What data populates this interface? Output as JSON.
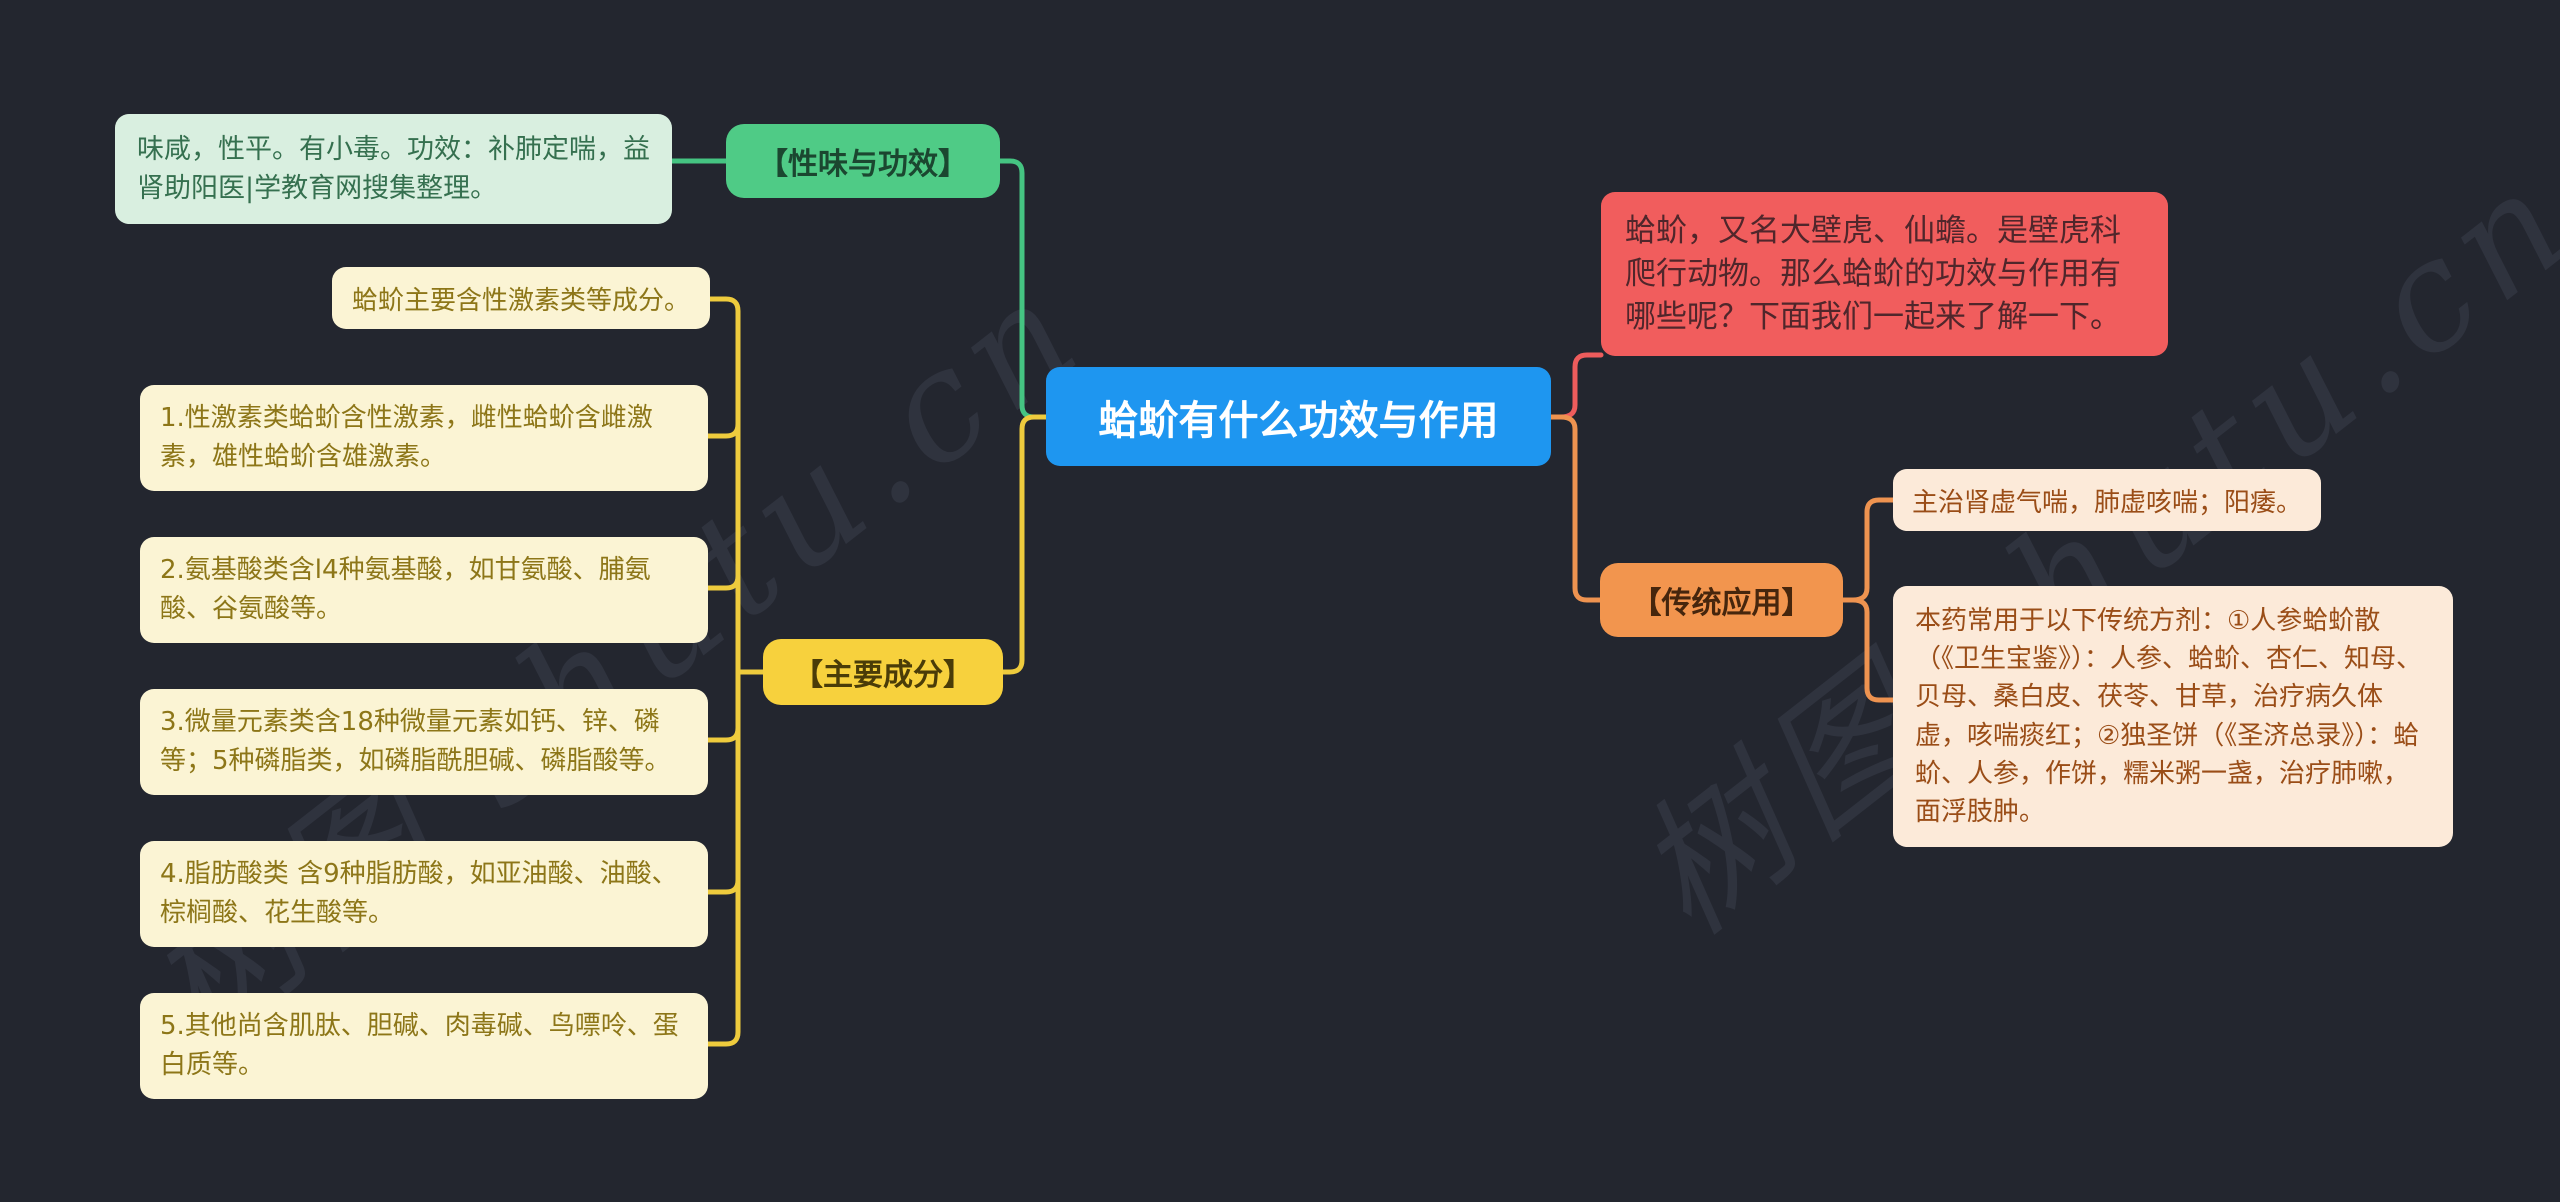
{
  "canvas": {
    "background": "#23262f",
    "watermark": {
      "text": "树图 shutu.cn"
    }
  },
  "root": {
    "label": "蛤蚧有什么功效与作用",
    "color": "#1e96f0"
  },
  "overview_note": {
    "text": "蛤蚧，又名大壁虎、仙蟾。是壁虎科爬行动物。那么蛤蚧的功效与作用有哪些呢？下面我们一起来了解一下。",
    "color": "#f15d5d"
  },
  "branch_taste_effect": {
    "label": "【性味与功效】",
    "color": "#4fcb86",
    "note": "味咸，性平。有小毒。功效：补肺定喘，益肾助阳医|学教育网搜集整理。"
  },
  "branch_components": {
    "label": "【主要成分】",
    "color": "#f7d13d",
    "intro": "蛤蚧主要含性激素类等成分。",
    "items": [
      "1.性激素类蛤蚧含性激素，雌性蛤蚧含雌激素，雄性蛤蚧含雄激素。",
      "2.氨基酸类含l4种氨基酸，如甘氨酸、脯氨酸、谷氨酸等。",
      "3.微量元素类含18种微量元素如钙、锌、磷等；5种磷脂类，如磷脂酰胆碱、磷脂酸等。",
      "4.脂肪酸类 含9种脂肪酸，如亚油酸、油酸、棕榈酸、花生酸等。",
      "5.其他尚含肌肽、胆碱、肉毒碱、鸟嘌呤、蛋白质等。"
    ]
  },
  "branch_traditional": {
    "label": "【传统应用】",
    "color": "#f2954e",
    "indications": "主治肾虚气喘，肺虚咳喘；阳痿。",
    "prescriptions": "本药常用于以下传统方剂：①人参蛤蚧散（《卫生宝鉴》）：人参、蛤蚧、杏仁、知母、贝母、桑白皮、茯苓、甘草，治疗病久体虚，咳喘痰红；②独圣饼（《圣济总录》）：蛤蚧、人参，作饼，糯米粥一盏，治疗肺嗽，面浮肢肿。"
  },
  "connector_colors": {
    "green": "#45c482",
    "yellow": "#eecb3d",
    "orange": "#ee9350",
    "red": "#ee5c5c"
  }
}
